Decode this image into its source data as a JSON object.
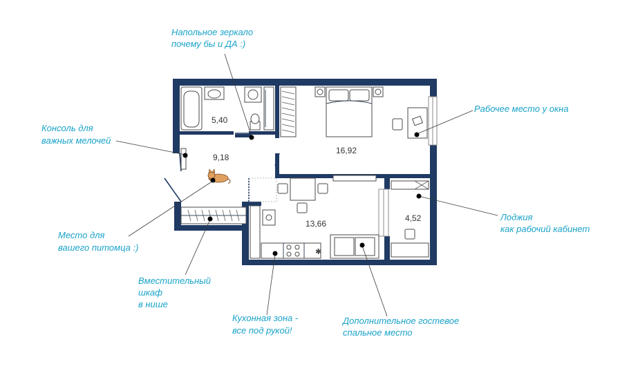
{
  "colors": {
    "wall": "#1f3a63",
    "annotation": "#1aa3c9",
    "text": "#333333"
  },
  "areas": {
    "bathroom": "5,40",
    "hallway": "9,18",
    "bedroom": "16,92",
    "kitchen": "13,66",
    "loggia": "4,52"
  },
  "annotations": {
    "mirror": [
      "Напольное зеркало",
      "почему бы и ДА :)"
    ],
    "workplace": [
      "Рабочее место у окна"
    ],
    "console": [
      "Консоль для",
      "важных мелочей"
    ],
    "pet": [
      "Место для",
      "вашего питомца :)"
    ],
    "wardrobe": [
      "Вместительный",
      "шкаф",
      "в нише"
    ],
    "kitchen_zone": [
      "Кухонная зона -",
      "все под рукой!"
    ],
    "guest_bed": [
      "Дополнительное гостевое",
      "спальное место"
    ],
    "loggia": [
      "Лоджия",
      "как рабочий кабинет"
    ]
  },
  "icons": [
    "pet-cat-icon",
    "bathtub-icon",
    "toilet-icon",
    "washing-machine-icon",
    "double-bed-icon",
    "stove-icon",
    "sofa-icon",
    "desk-icon"
  ]
}
